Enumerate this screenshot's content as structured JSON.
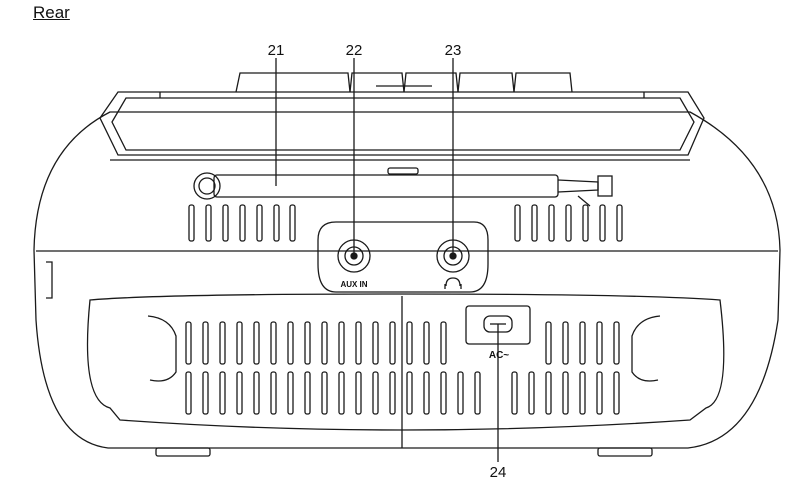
{
  "view_heading": "Rear",
  "callouts": [
    {
      "number": "21",
      "part": "antenna"
    },
    {
      "number": "22",
      "part": "aux-in-jack"
    },
    {
      "number": "23",
      "part": "headphone-jack"
    },
    {
      "number": "24",
      "part": "ac-socket"
    }
  ],
  "panel_labels": {
    "aux_in": "AUX IN",
    "ac": "AC~"
  },
  "icons": {
    "headphone": "headphone-icon"
  }
}
